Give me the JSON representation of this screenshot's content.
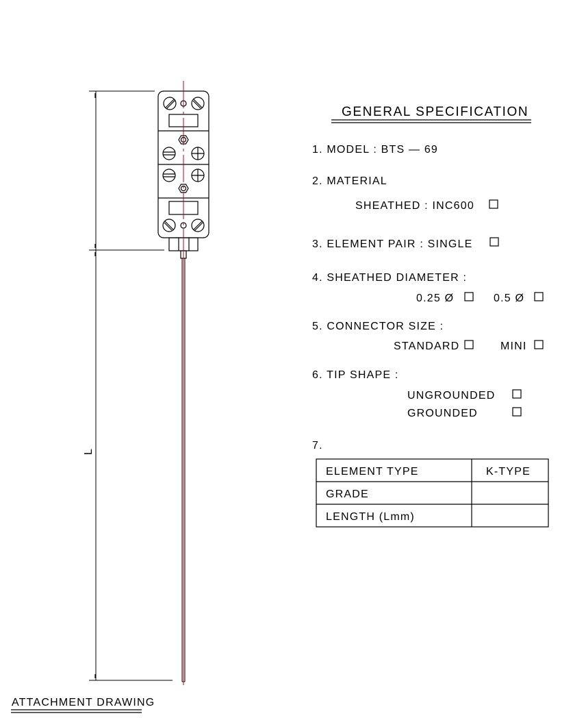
{
  "spec": {
    "title": "GENERAL SPECIFICATION",
    "model": "1. MODEL :  BTS — 69",
    "material": "2. MATERIAL",
    "sheathed": "SHEATHED :  INC600",
    "element_pair": "3. ELEMENT PAIR :  SINGLE",
    "diameter_label": "4. SHEATHED DIAMETER :",
    "diameter_opt1": "0.25 Ø",
    "diameter_opt2": "0.5 Ø",
    "connector_label": "5. CONNECTOR SIZE :",
    "connector_opt1": "STANDARD",
    "connector_opt2": "MINI",
    "tip_label": "6. TIP SHAPE :",
    "tip_opt1": "UNGROUNDED",
    "tip_opt2": "GROUNDED",
    "item7": "7."
  },
  "table": {
    "rows": [
      {
        "label": "ELEMENT TYPE",
        "value": "K-TYPE"
      },
      {
        "label": "GRADE",
        "value": ""
      },
      {
        "label": "LENGTH (Lmm)",
        "value": ""
      }
    ]
  },
  "drawing": {
    "dimension_label": "L",
    "caption": "ATTACHMENT DRAWING"
  },
  "colors": {
    "centerline": "#c00018",
    "line": "#000000"
  }
}
